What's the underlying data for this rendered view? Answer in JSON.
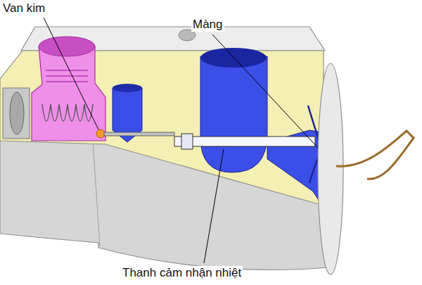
{
  "diagram": {
    "labels": [
      "Van kim",
      "Màng",
      "Thanh cảm nhận nhiệt"
    ]
  }
}
